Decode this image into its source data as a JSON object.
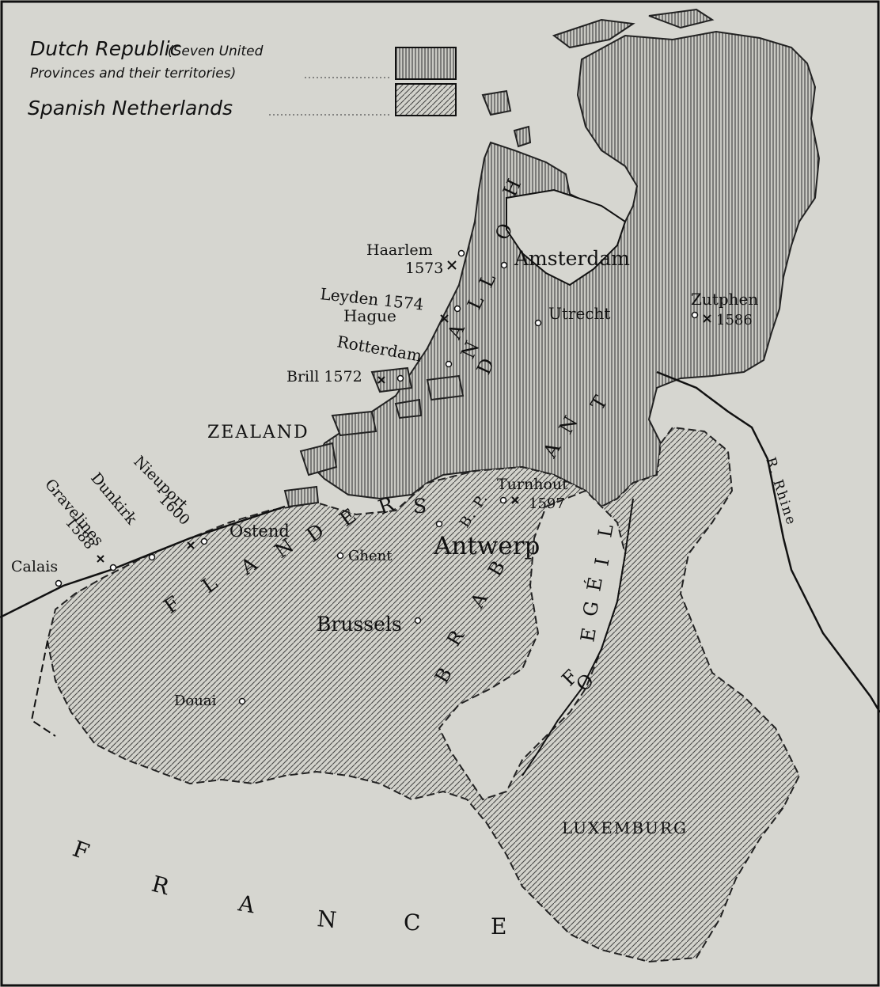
{
  "legend": {
    "dutch_line1": "Dutch Republic",
    "dutch_paren1": "(Seven United",
    "dutch_line2": "Provinces and their territories)",
    "spanish": "Spanish Netherlands",
    "dutch_fill": "vertical-hatch",
    "spanish_fill": "diagonal-hatch"
  },
  "colors": {
    "paper": "#d6d6d0",
    "ink": "#111111"
  },
  "cities": {
    "amsterdam": "Amsterdam",
    "haarlem": "Haarlem",
    "haarlem_year": "1573",
    "leyden": "Leyden 1574",
    "hague": "Hague",
    "rotterdam": "Rotterdam",
    "utrecht": "Utrecht",
    "zutphen": "Zutphen",
    "zutphen_year": "1586",
    "brill": "Brill 1572",
    "turnhout": "Turnhout",
    "turnhout_year": "1597",
    "antwerp": "Antwerp",
    "ghent": "Ghent",
    "ostend": "Ostend",
    "brussels": "Brussels",
    "douai": "Douai",
    "calais": "Calais",
    "nieuport": "Nieuport",
    "nieuport_year": "1600",
    "dunkirk": "Dunkirk",
    "gravelines": "Gravelines",
    "gravelines_year": "1588"
  },
  "regions": {
    "zealand": "ZEALAND",
    "luxemburg": "LUXEMBURG",
    "holland": [
      "H",
      "O",
      "L",
      "L",
      "A",
      "N",
      "D"
    ],
    "brabant": [
      "B",
      "R",
      "A",
      "B",
      "A",
      "N",
      "T"
    ],
    "flanders": [
      "F",
      "L",
      "A",
      "N",
      "D",
      "E",
      "R",
      "S"
    ],
    "liege": [
      "L",
      "I",
      "É",
      "G",
      "E"
    ],
    "liege_of": [
      "O",
      "F"
    ],
    "bp": "B. P.",
    "france": [
      "F",
      "R",
      "A",
      "N",
      "C",
      "E"
    ]
  },
  "rivers": {
    "rhine": "R. Rhine"
  }
}
